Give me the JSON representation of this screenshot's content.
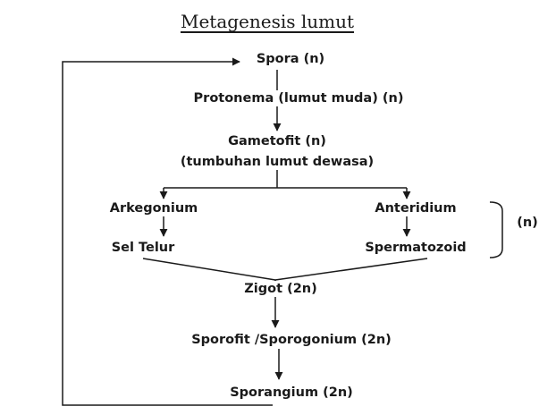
{
  "title": "Metagenesis lumut",
  "nodes": {
    "spora": "Spora (n)",
    "protonema": "Protonema (lumut muda)  (n)",
    "gametofit": "Gametofit (n)",
    "gametofit_desc": "(tumbuhan lumut dewasa)",
    "arkegonium": "Arkegonium",
    "anteridium": "Anteridium",
    "sel_telur": "Sel Telur",
    "spermatozoid": "Spermatozoid",
    "haploid_label": "(n)",
    "zigot": "Zigot (2n)",
    "sporofit": "Sporofit /Sporogonium (2n)",
    "sporangium": "Sporangium (2n)"
  },
  "colors": {
    "text": "#1a1a1a",
    "line": "#1a1a1a"
  }
}
